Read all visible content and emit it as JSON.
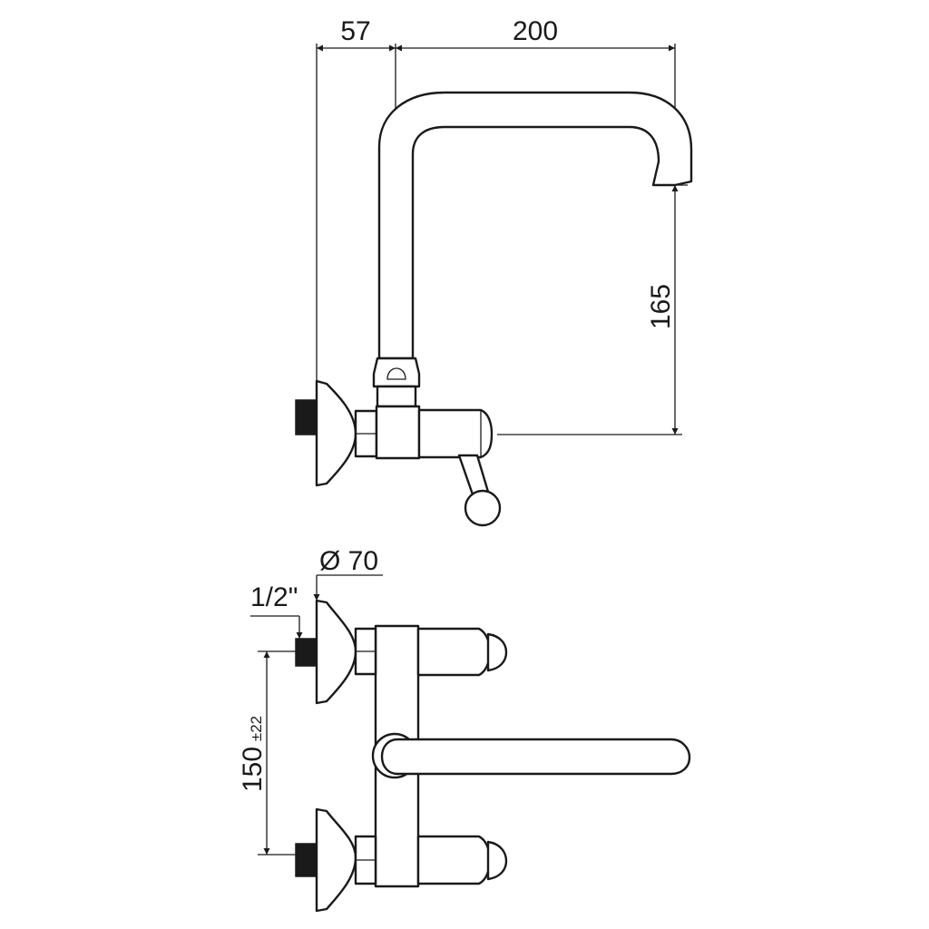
{
  "dimensions": {
    "offset_width": "57",
    "spout_reach": "200",
    "spout_height": "165",
    "flange_diameter": "Ø 70",
    "thread_size": "1/2\"",
    "inlet_spacing": "150",
    "inlet_tolerance": "±22"
  }
}
